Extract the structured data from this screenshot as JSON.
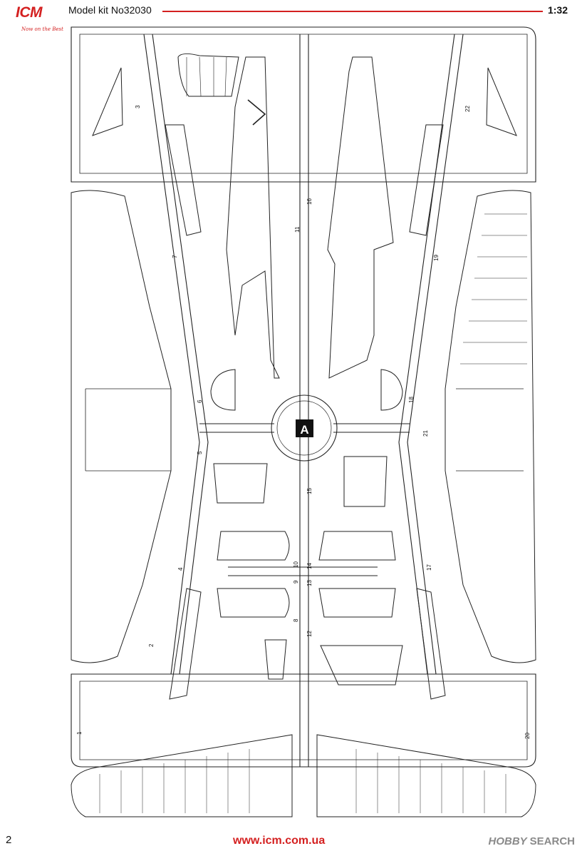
{
  "header": {
    "logo_text": "ICM",
    "logo_tagline": "Now on the Best",
    "model_kit": "Model kit No32030",
    "scale": "1:32"
  },
  "sprue": {
    "letter": "A",
    "part_numbers": [
      "1",
      "2",
      "3",
      "4",
      "5",
      "6",
      "7",
      "8",
      "9",
      "10",
      "11",
      "12",
      "13",
      "14",
      "15",
      "16",
      "17",
      "18",
      "19",
      "20",
      "21",
      "22"
    ]
  },
  "footer": {
    "page_number": "2",
    "website": "www.icm.com.ua",
    "watermark_logo": "HOBBY",
    "watermark_word": "SEARCH"
  },
  "colors": {
    "accent": "#d42020",
    "line": "#222222",
    "watermark": "#8a8a8a"
  }
}
